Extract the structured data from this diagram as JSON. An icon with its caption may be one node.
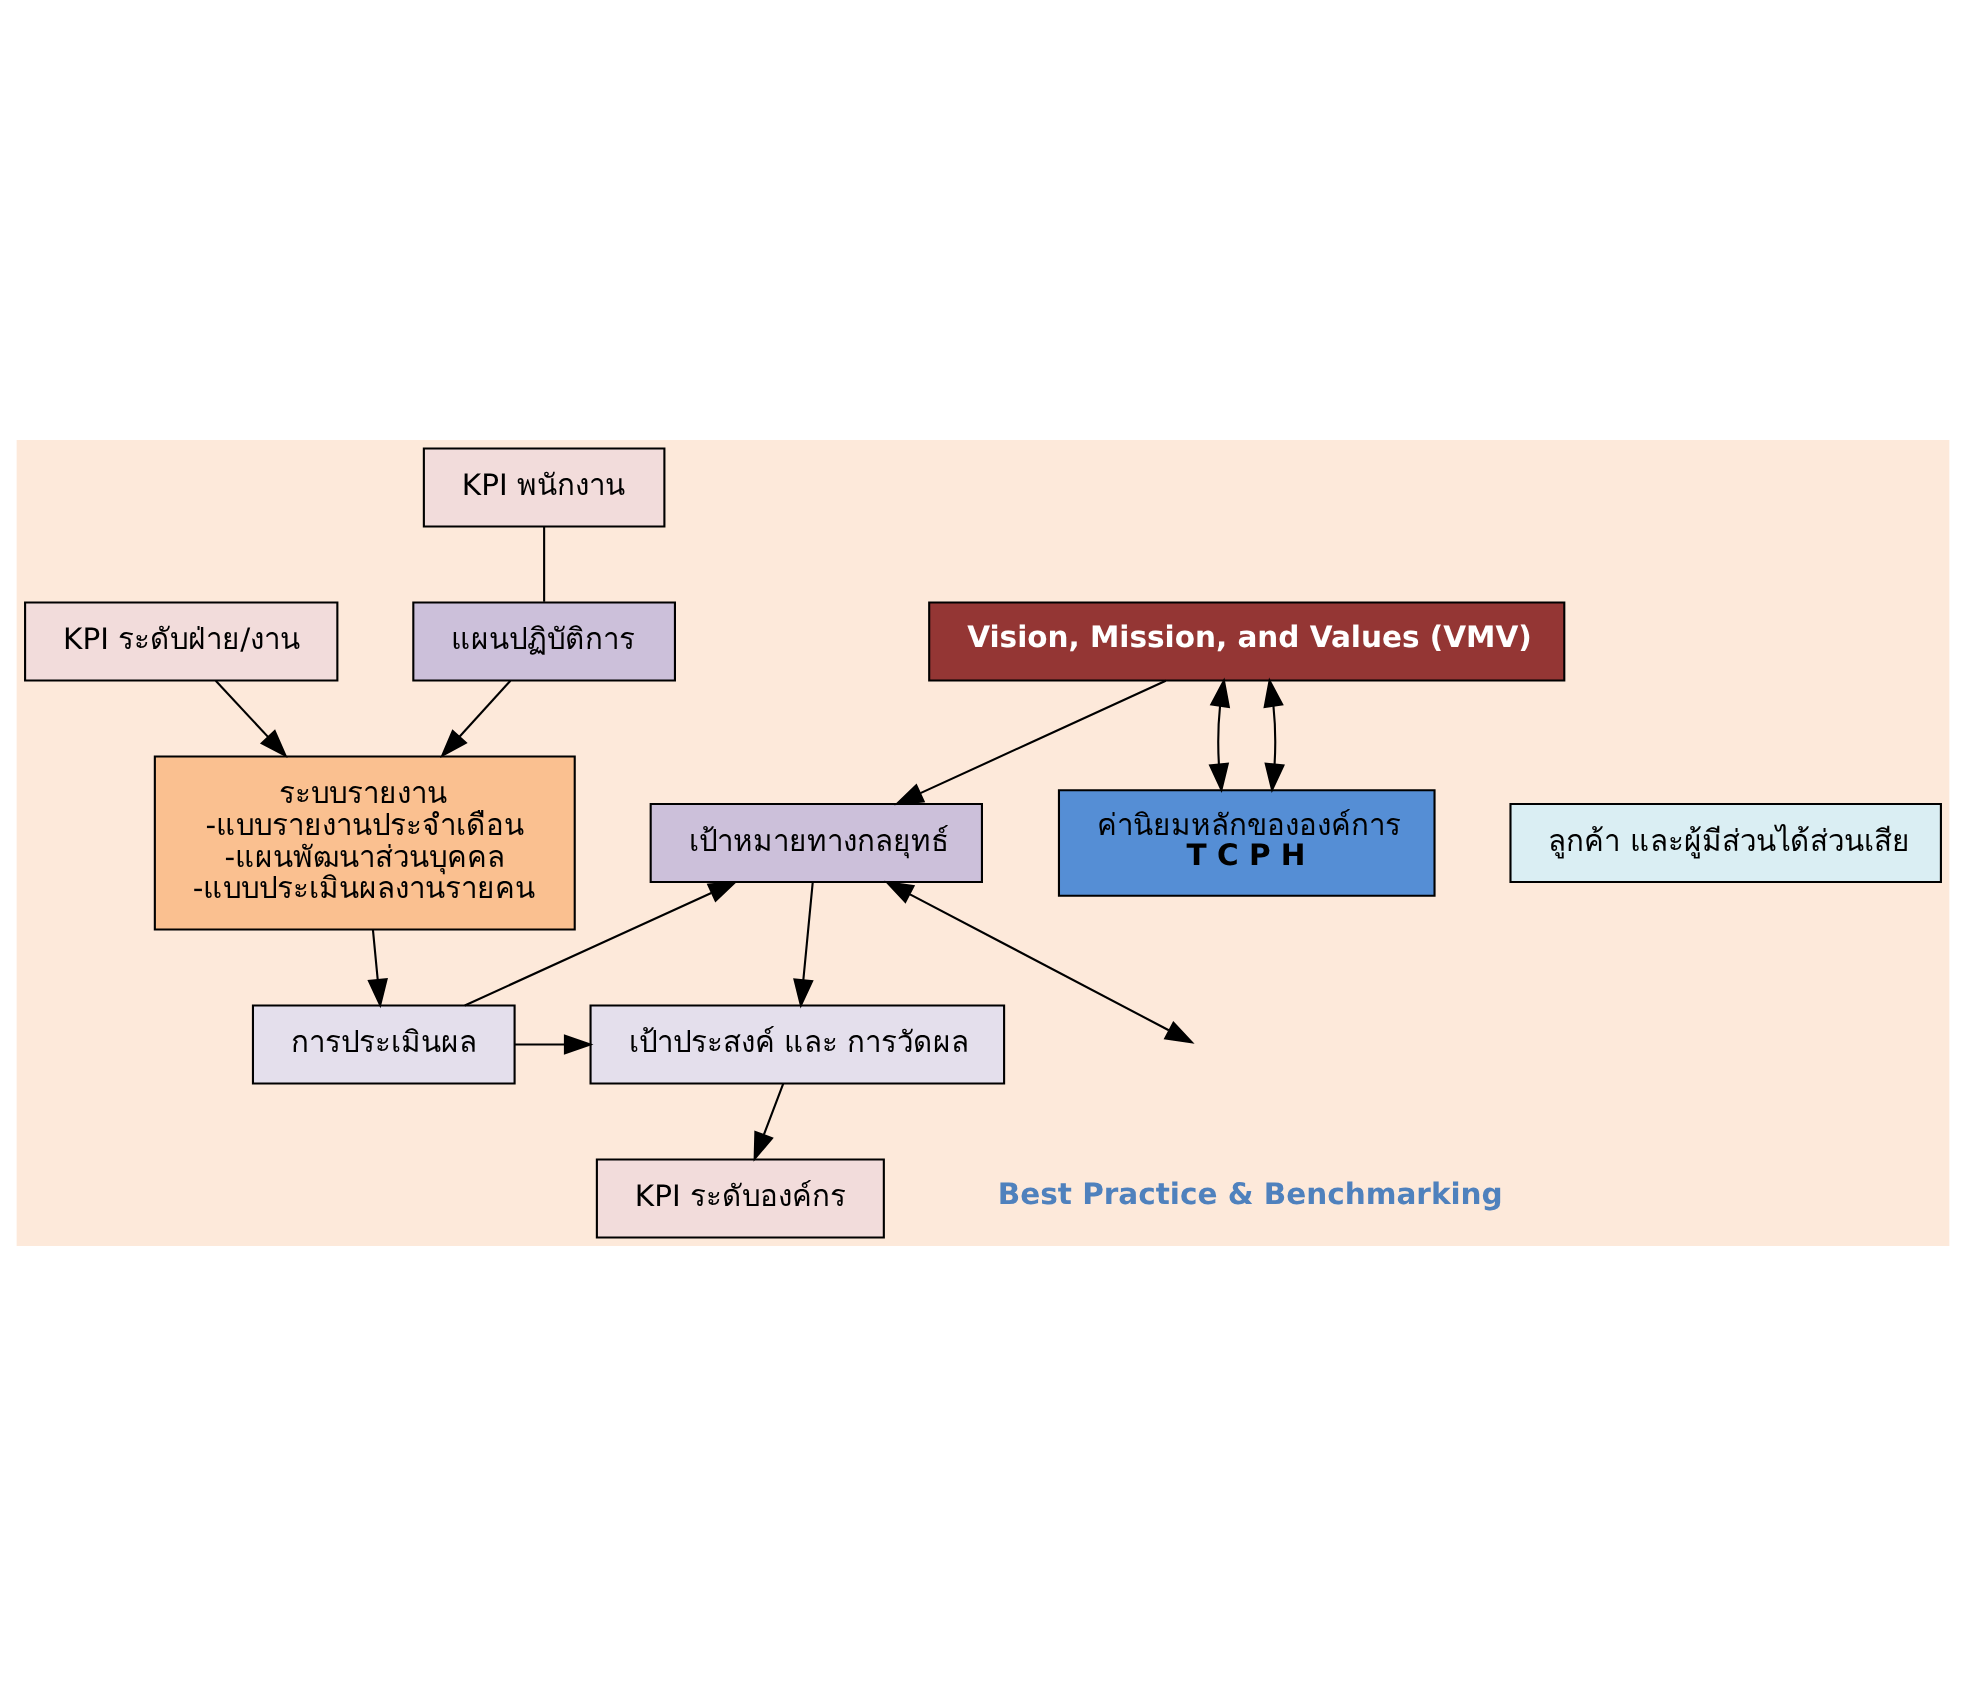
{
  "diagram": {
    "nodes": [
      {
        "text": [
          "Vision, Mission, and Values (VMV)"
        ]
      },
      {
        "text": [
          "เป้าหมายทางกลยุทธ์"
        ]
      },
      {
        "text": [
          "เป้าประสงค์ และ การวัดผล"
        ]
      },
      {
        "text": [
          "การประเมินผล"
        ]
      },
      {
        "text": [
          "KPI ระดับองค์กร"
        ]
      },
      {
        "text": [
          "KPI ระดับฝ่าย/งาน"
        ]
      },
      {
        "text": [
          "KPI พนักงาน"
        ]
      },
      {
        "text": [
          "แผนปฏิบัติการ"
        ]
      },
      {
        "text": [
          "ระบบรายงาน",
          "-แบบรายงานประจำเดือน",
          "-แผนพัฒนาส่วนบุคคล",
          "-แบบประเมินผลงานรายคน"
        ]
      },
      {
        "text": [
          "ลูกค้า และผู้มีส่วนได้ส่วนเสีย"
        ]
      },
      {
        "text": [
          "ค่านิยมหลักขององค์การ",
          "T C P H"
        ]
      }
    ],
    "edges": [
      {
        "from": 0,
        "to": 1,
        "arrow": "to"
      },
      {
        "from": 1,
        "to": 2,
        "arrow": "to"
      },
      {
        "from": 3,
        "to": 1,
        "arrow": "to"
      },
      {
        "from": 3,
        "to": 2,
        "arrow": "to"
      },
      {
        "from": 1,
        "to": null,
        "arrow": "both"
      },
      {
        "from": 2,
        "to": 4,
        "arrow": "to"
      },
      {
        "from": 6,
        "to": 7,
        "arrow": "none"
      },
      {
        "from": 5,
        "to": 8,
        "arrow": "to"
      },
      {
        "from": 7,
        "to": 8,
        "arrow": "to"
      },
      {
        "from": 8,
        "to": 3,
        "arrow": "to"
      },
      {
        "from": 10,
        "to": 0,
        "arrow": "both"
      },
      {
        "from": 0,
        "to": 10,
        "arrow": "both"
      }
    ],
    "labels": [
      "Best Practice & Benchmarking"
    ]
  }
}
